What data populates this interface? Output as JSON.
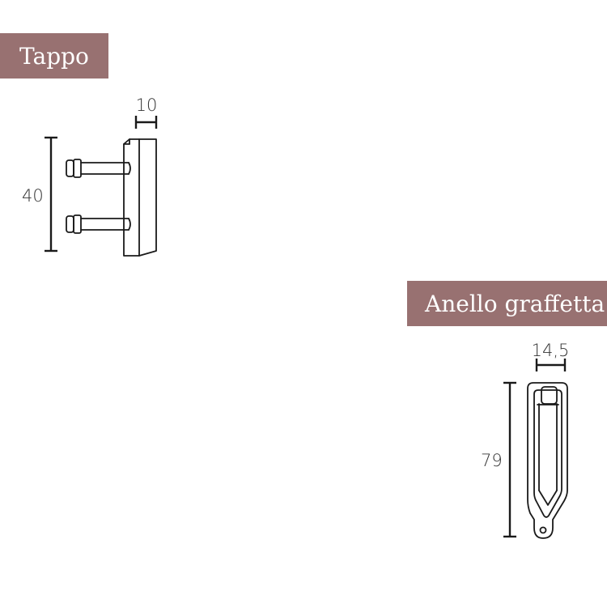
{
  "tappo": {
    "title": "Tappo",
    "dim_width": "10",
    "dim_height": "40"
  },
  "anello": {
    "title": "Anello graffetta",
    "dim_width": "14,5",
    "dim_height": "79"
  },
  "colors": {
    "label_background": "#987171",
    "label_text": "#ffffff",
    "line": "#1a1a1a",
    "dimension_text": "#333333"
  }
}
